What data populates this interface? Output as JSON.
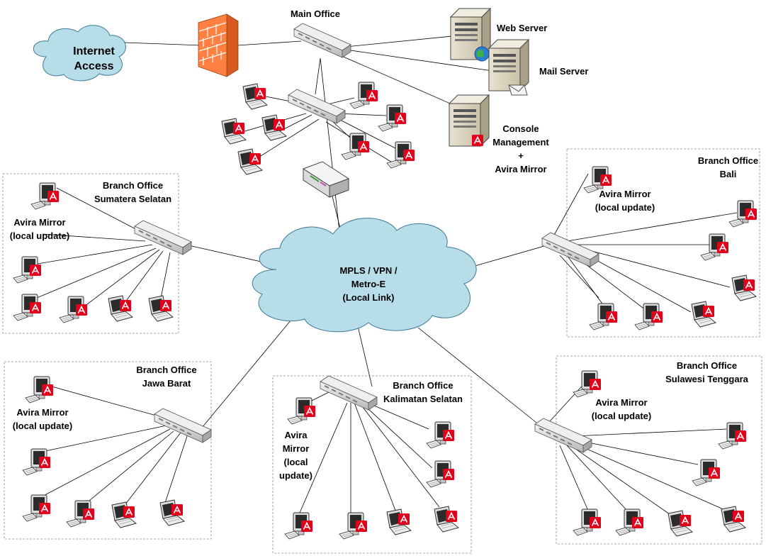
{
  "colors": {
    "cloud_fill": "#b7dde8",
    "cloud_stroke": "#3d7a96",
    "link": "#000000",
    "avira_red": "#e2001a",
    "firewall": "#ff8040",
    "branch_border": "#8c8c8c"
  },
  "internet": {
    "label_line1": "Internet",
    "label_line2": "Access"
  },
  "wan": {
    "line1": "MPLS / VPN /",
    "line2": "Metro-E",
    "line3": "(Local Link)"
  },
  "main_office": {
    "label": "Main Office"
  },
  "servers": {
    "web": "Web Server",
    "mail": "Mail Server",
    "console_line1": "Console",
    "console_line2": "Management",
    "console_line3": "+",
    "console_line4": "Avira Mirror"
  },
  "branches": {
    "sumatera": {
      "title1": "Branch Office",
      "title2": "Sumatera Selatan",
      "mirror1": "Avira Mirror",
      "mirror2": "(local update)"
    },
    "bali": {
      "title1": "Branch Office",
      "title2": "Bali",
      "mirror1": "Avira Mirror",
      "mirror2": "(local update)"
    },
    "jawa": {
      "title1": "Branch Office",
      "title2": "Jawa Barat",
      "mirror1": "Avira Mirror",
      "mirror2": "(local update)"
    },
    "kalimantan": {
      "title1": "Branch Office",
      "title2": "Kalimatan Selatan",
      "mirror1": "Avira",
      "mirror2": "Mirror",
      "mirror3": "(local",
      "mirror4": "update)"
    },
    "sulawesi": {
      "title1": "Branch Office",
      "title2": "Sulawesi Tenggara",
      "mirror1": "Avira Mirror",
      "mirror2": "(local update)"
    }
  },
  "icons": [
    "cloud-icon",
    "firewall-icon",
    "switch-icon",
    "server-icon",
    "router-icon",
    "desktop-icon",
    "laptop-icon",
    "avira-icon",
    "globe-icon",
    "envelope-icon"
  ]
}
